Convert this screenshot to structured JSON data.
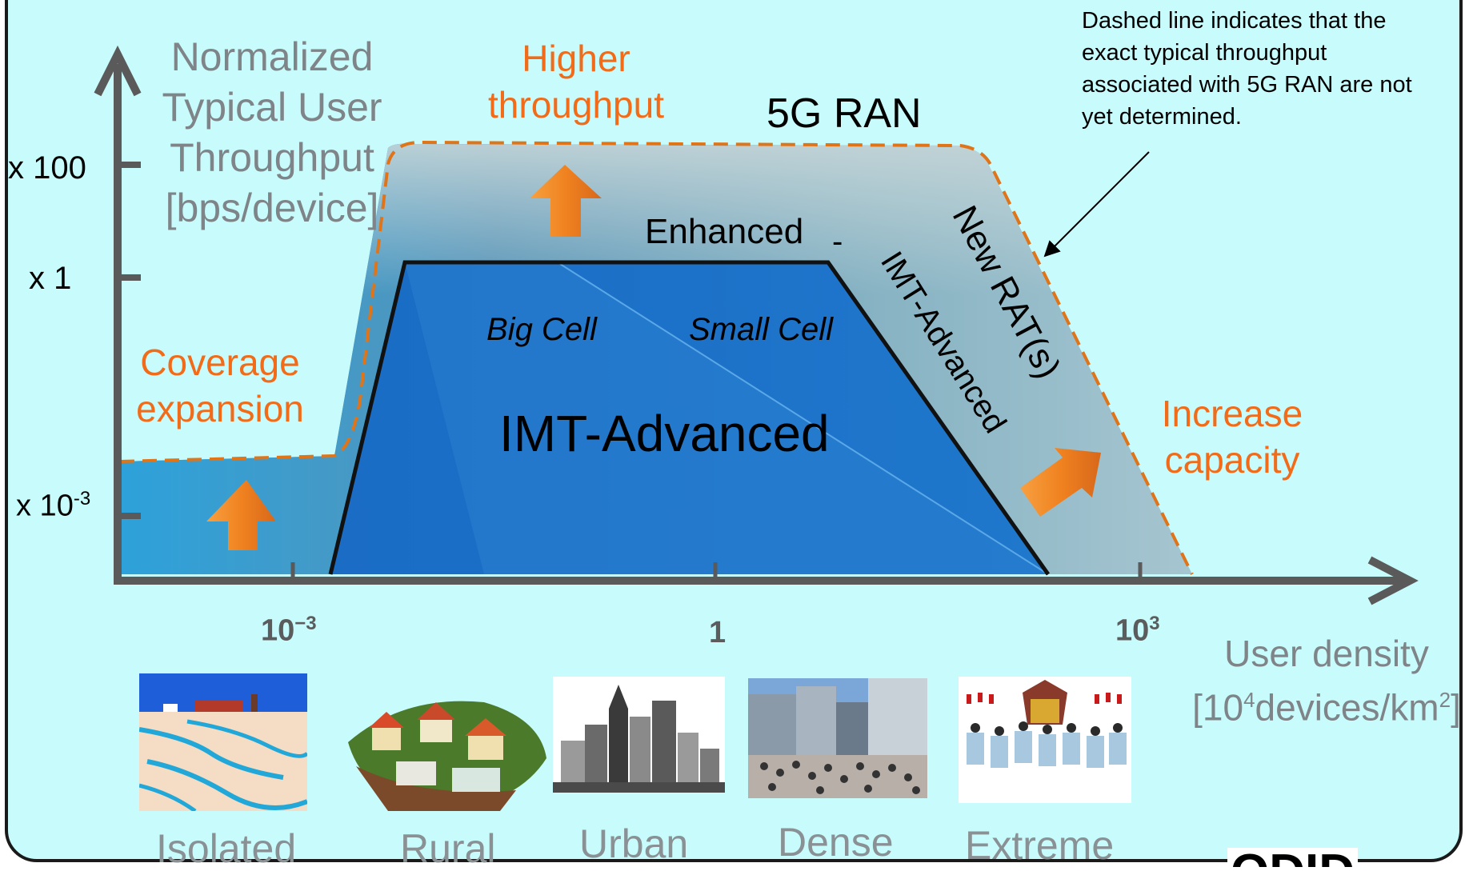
{
  "yaxis": {
    "title_lines": [
      "Normalized",
      "Typical User",
      "Throughput",
      "[bps/device]"
    ],
    "ticks": [
      "x 100",
      "x 1",
      "x 10",
      "-3"
    ]
  },
  "xaxis": {
    "ticks": [
      "10",
      "−3",
      "1",
      "10",
      "3"
    ],
    "title_line1": "User density",
    "title_line2_a": "[10",
    "title_line2_sup1": "4",
    "title_line2_b": "devices/km",
    "title_line2_sup2": "2",
    "title_line2_c": "]"
  },
  "labels": {
    "higher_throughput_1": "Higher",
    "higher_throughput_2": "throughput",
    "ran_5g": "5G RAN",
    "enhanced": "Enhanced",
    "dash": "-",
    "imt_advanced_diag": "IMT-Advanced",
    "new_rat": "New RAT(s)",
    "big_cell": "Big Cell",
    "small_cell": "Small Cell",
    "imt_advanced": "IMT-Advanced",
    "coverage_1": "Coverage",
    "coverage_2": "expansion",
    "increase_1": "Increase",
    "increase_2": "capacity"
  },
  "note": "Dashed line indicates that the exact typical throughput associated with 5G RAN are not yet determined.",
  "categories": [
    "Isolated",
    "Rural",
    "Urban",
    "Dense",
    "Extreme"
  ],
  "logo_partial": "ODID",
  "colors": {
    "background": "#c8fbfc",
    "imt_blue": "#1e74c8",
    "ran_gray": "#a9c0c6",
    "accent_orange": "#f26b18",
    "arrow_orange": "#f08a24",
    "axis": "#5a5a5a"
  },
  "icons": [
    "up-arrow-icon",
    "diagonal-arrow-icon",
    "pointer-arrow-icon"
  ]
}
